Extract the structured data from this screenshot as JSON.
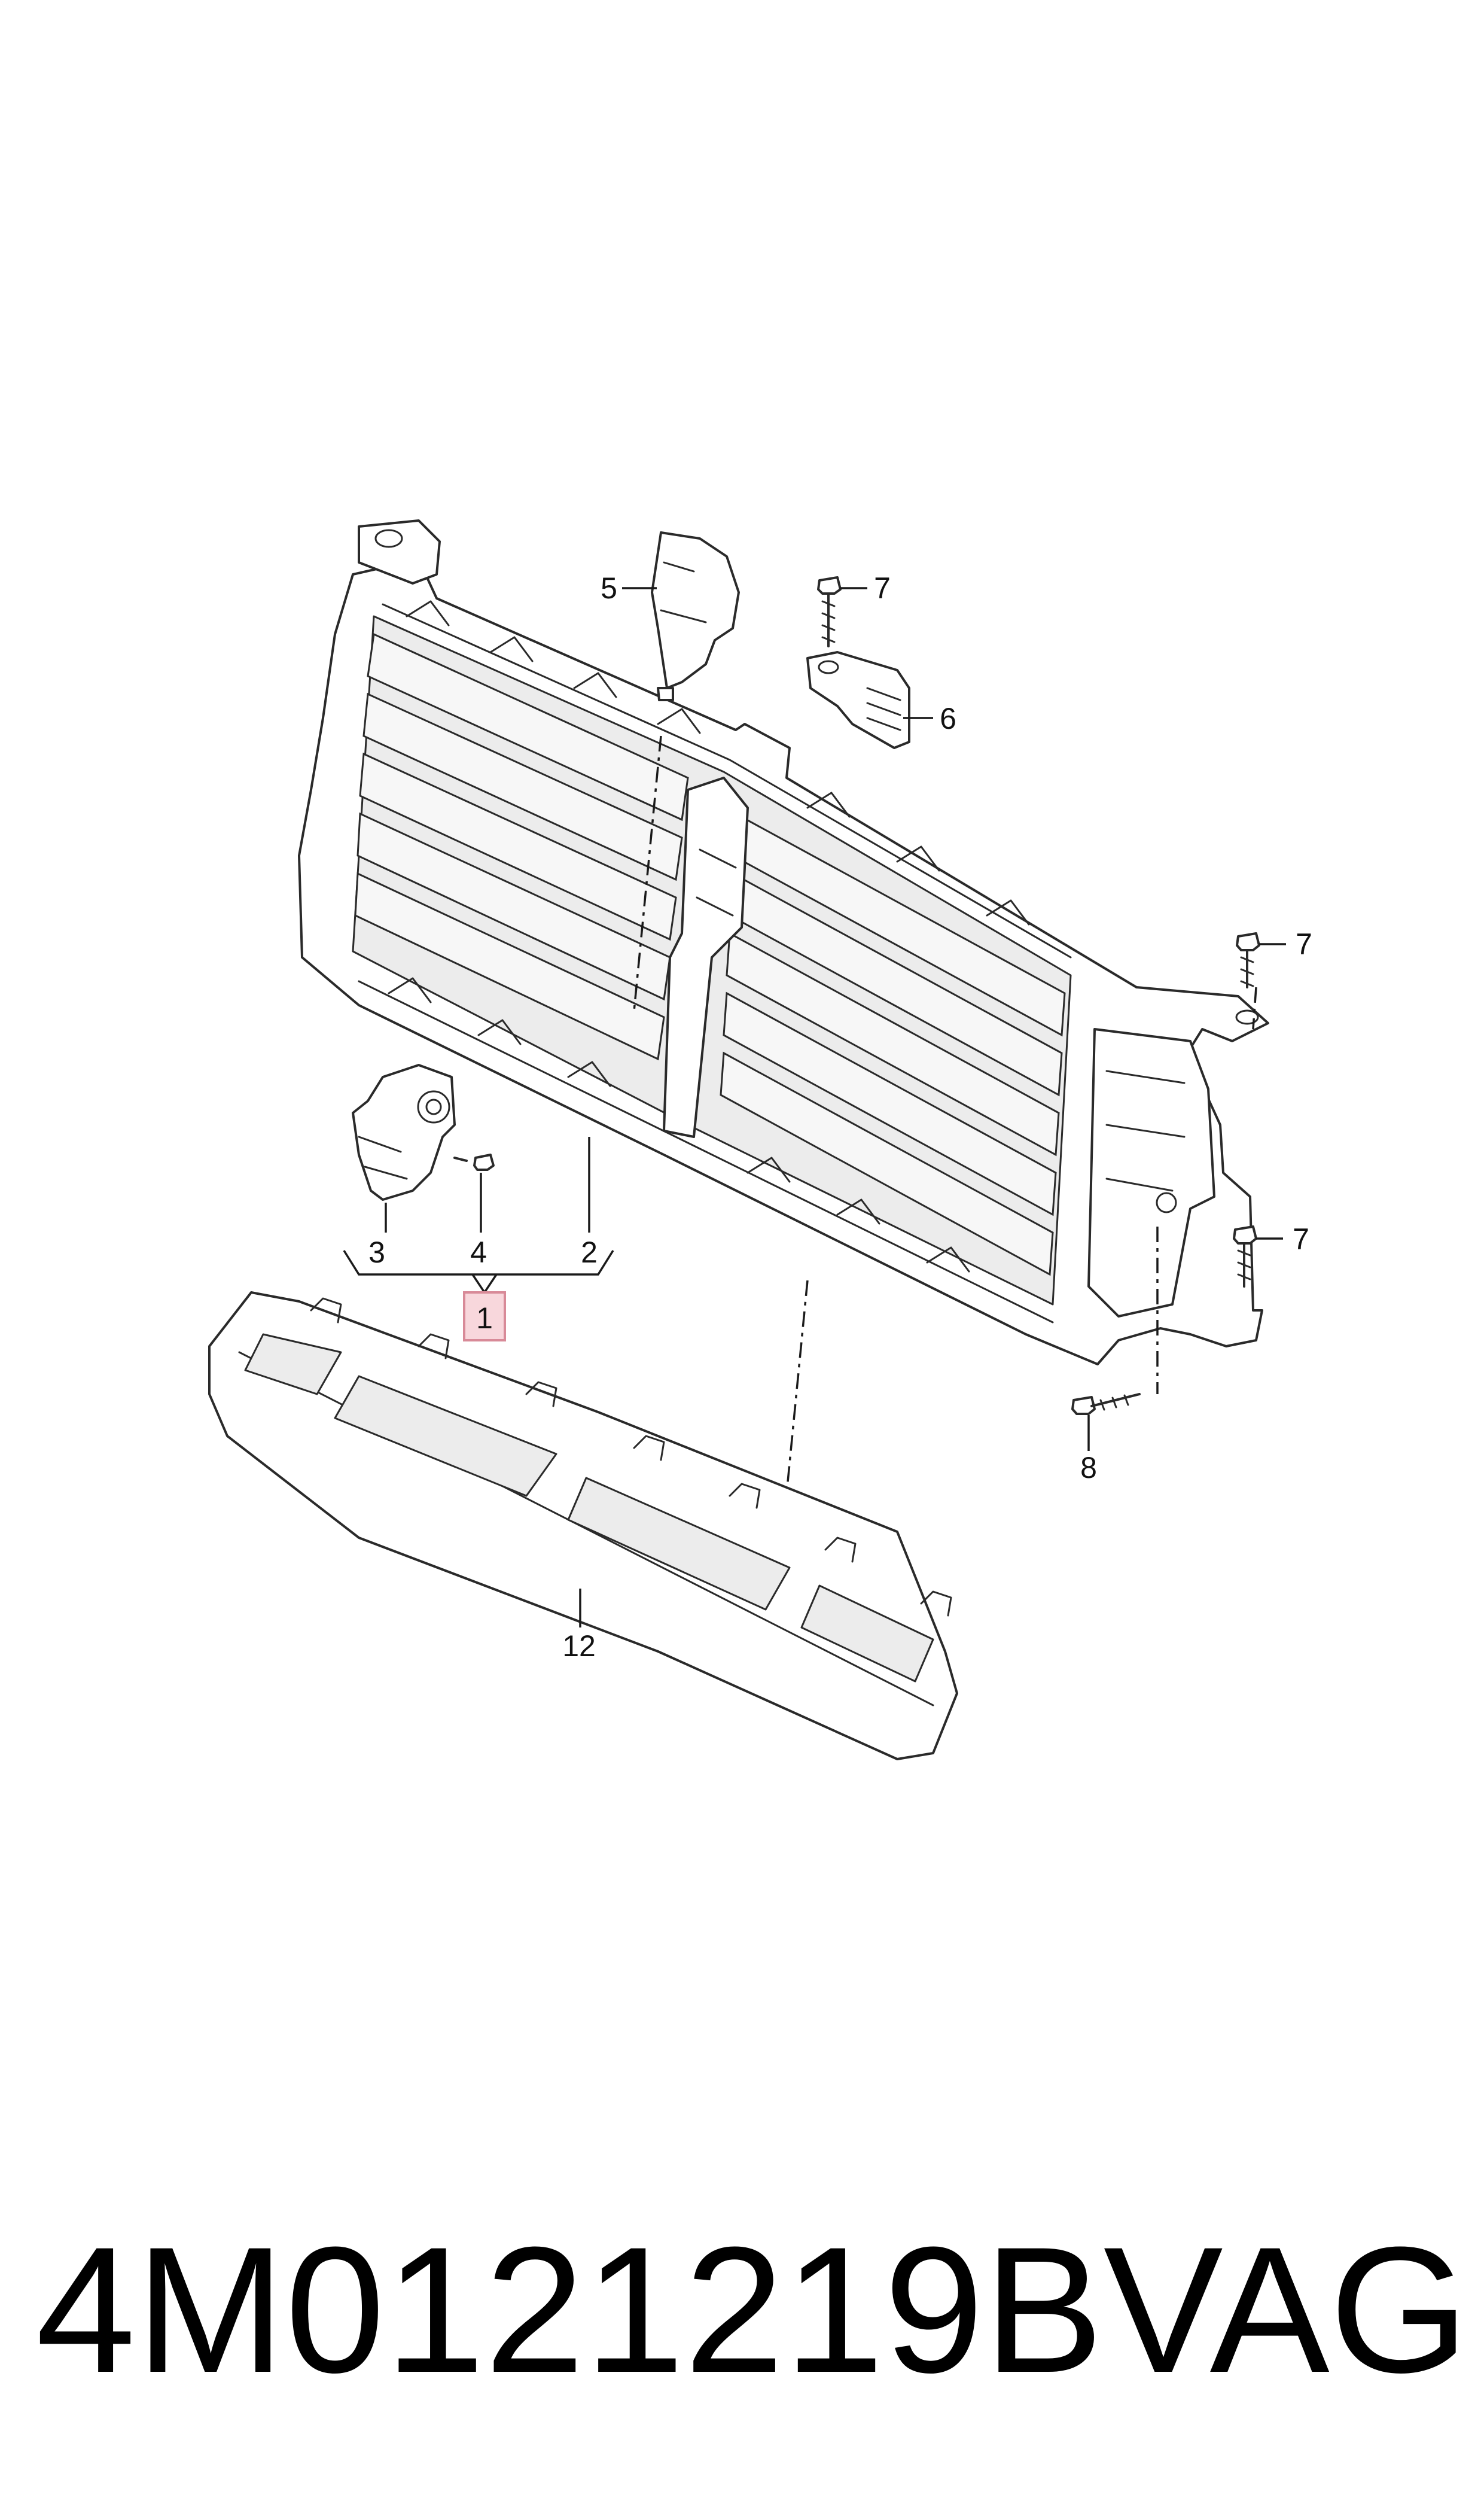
{
  "callouts": {
    "c1": "1",
    "c2": "2",
    "c3": "3",
    "c4": "4",
    "c5": "5",
    "c6": "6",
    "c7a": "7",
    "c7b": "7",
    "c7c": "7",
    "c8": "8",
    "c12": "12"
  },
  "footer": {
    "part_number": "4M0121219B",
    "brand": "VAG"
  },
  "colors": {
    "highlight_fill": "#f8d7dc",
    "line": "#2a2a2a"
  }
}
